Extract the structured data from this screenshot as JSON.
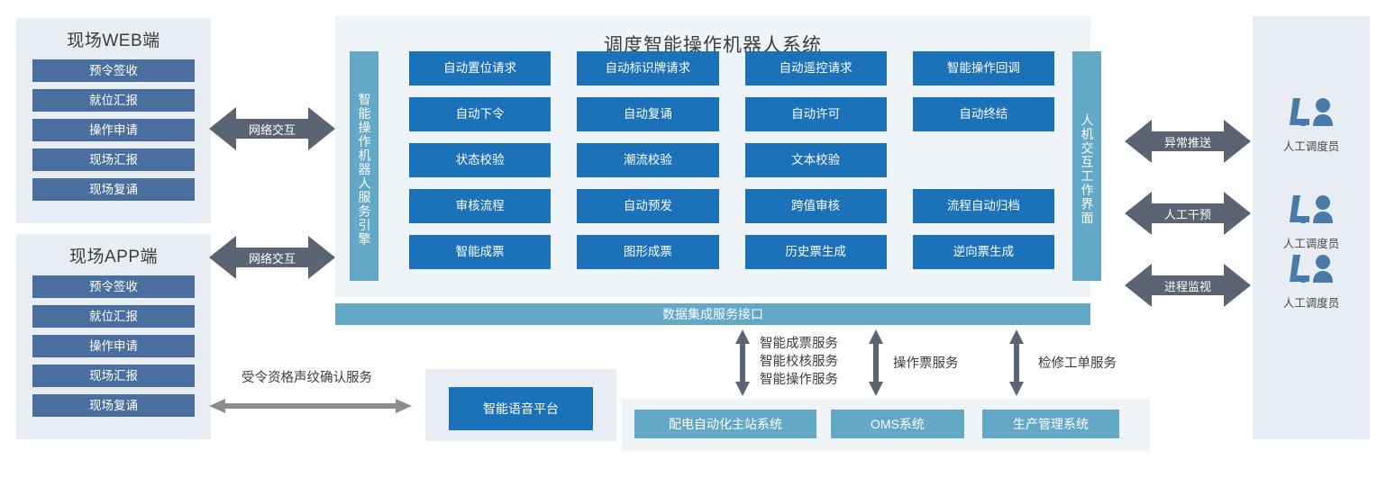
{
  "left_clients": [
    {
      "title": "现场WEB端",
      "items": [
        "预令签收",
        "就位汇报",
        "操作申请",
        "现场汇报",
        "现场复诵"
      ]
    },
    {
      "title": "现场APP端",
      "items": [
        "预令签收",
        "就位汇报",
        "操作申请",
        "现场汇报",
        "现场复诵"
      ]
    }
  ],
  "network_arrows": [
    {
      "label": "网络交互"
    },
    {
      "label": "网络交互"
    }
  ],
  "center": {
    "title": "调度智能操作机器人系统",
    "left_strip": "智能操作机器人服务引擎",
    "right_strip": "人机交互工作界面",
    "features": [
      "自动置位请求",
      "自动标识牌请求",
      "自动遥控请求",
      "智能操作回调",
      "自动下令",
      "自动复诵",
      "自动许可",
      "自动终结",
      "状态校验",
      "潮流校验",
      "文本校验",
      "",
      "审核流程",
      "自动预发",
      "跨值审核",
      "流程自动归档",
      "智能成票",
      "图形成票",
      "历史票生成",
      "逆向票生成"
    ],
    "data_bar": "数据集成服务接口"
  },
  "operator_arrows": [
    {
      "label": "异常推送"
    },
    {
      "label": "人工干预"
    },
    {
      "label": "进程监视"
    }
  ],
  "operators": [
    {
      "icon": "operator-desk-icon",
      "label": "人工调度员"
    },
    {
      "icon": "operator-desk-icon",
      "label": "人工调度员"
    },
    {
      "icon": "operator-desk-icon",
      "label": "人工调度员"
    }
  ],
  "voice": {
    "service_label": "受令资格声纹确认服务",
    "platform": "智能语音平台"
  },
  "service_links": [
    {
      "label": "智能成票服务\n智能校核服务\n智能操作服务"
    },
    {
      "label": "操作票服务"
    },
    {
      "label": "检修工单服务"
    }
  ],
  "service_links_text": {
    "group1_line1": "智能成票服务",
    "group1_line2": "智能校核服务",
    "group1_line3": "智能操作服务",
    "group2": "操作票服务",
    "group3": "检修工单服务"
  },
  "external_systems": [
    "配电自动化主站系统",
    "OMS系统",
    "生产管理系统"
  ],
  "colors": {
    "primary_blue": "#1b72b8",
    "teal": "#63a8c6",
    "slate_blue": "#4a6f9e",
    "panel_grey": "#e8ecf3",
    "panel_light": "#eef4f7",
    "arrow_grey": "#5a6472",
    "arrow_grey_light": "#8d8d8d"
  }
}
